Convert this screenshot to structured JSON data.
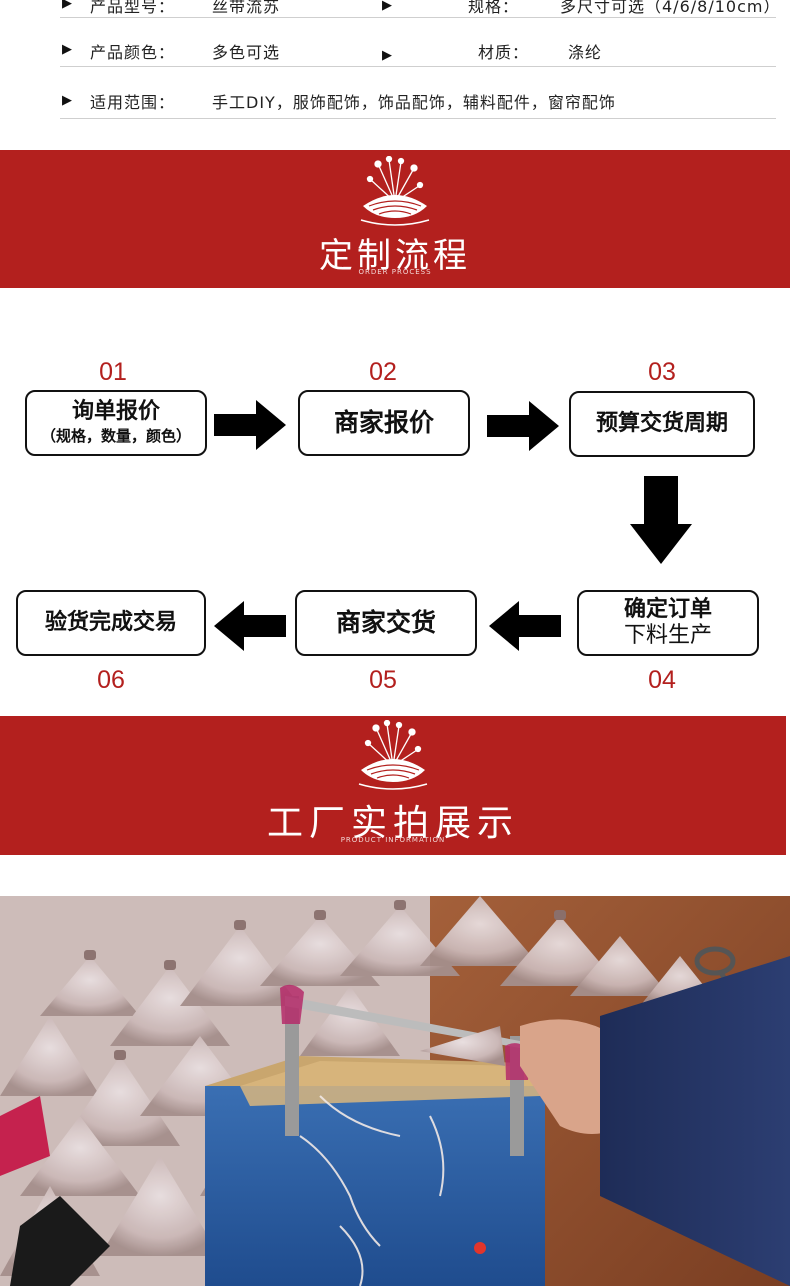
{
  "specs": {
    "row0": {
      "label": "产品型号：",
      "value": "丝带流苏",
      "label2": "规格：",
      "value2": "多尺寸可选（4/6/8/10cm）"
    },
    "row1": {
      "label": "产品颜色：",
      "value": "多色可选",
      "label2": "材质：",
      "value2": "涤纶"
    },
    "row2": {
      "label": "适用范围：",
      "value": "手工DIY，服饰配饰，饰品配饰，辅料配件，窗帘配饰"
    }
  },
  "banner1": {
    "title": "定制流程",
    "subtitle": "ORDER PROCESS"
  },
  "banner2": {
    "title": "工厂实拍展示",
    "subtitle": "PRODUCT INFORMATION"
  },
  "steps": [
    {
      "num": "01",
      "line1": "询单报价",
      "line2": "（规格，数量，颜色）"
    },
    {
      "num": "02",
      "line1": "商家报价"
    },
    {
      "num": "03",
      "line1": "预算交货周期"
    },
    {
      "num": "04",
      "line1": "确定订单",
      "line3": "下料生产"
    },
    {
      "num": "05",
      "line1": "商家交货"
    },
    {
      "num": "06",
      "line1": "验货完成交易"
    }
  ],
  "colors": {
    "accent": "#b3201e",
    "text": "#111111"
  }
}
